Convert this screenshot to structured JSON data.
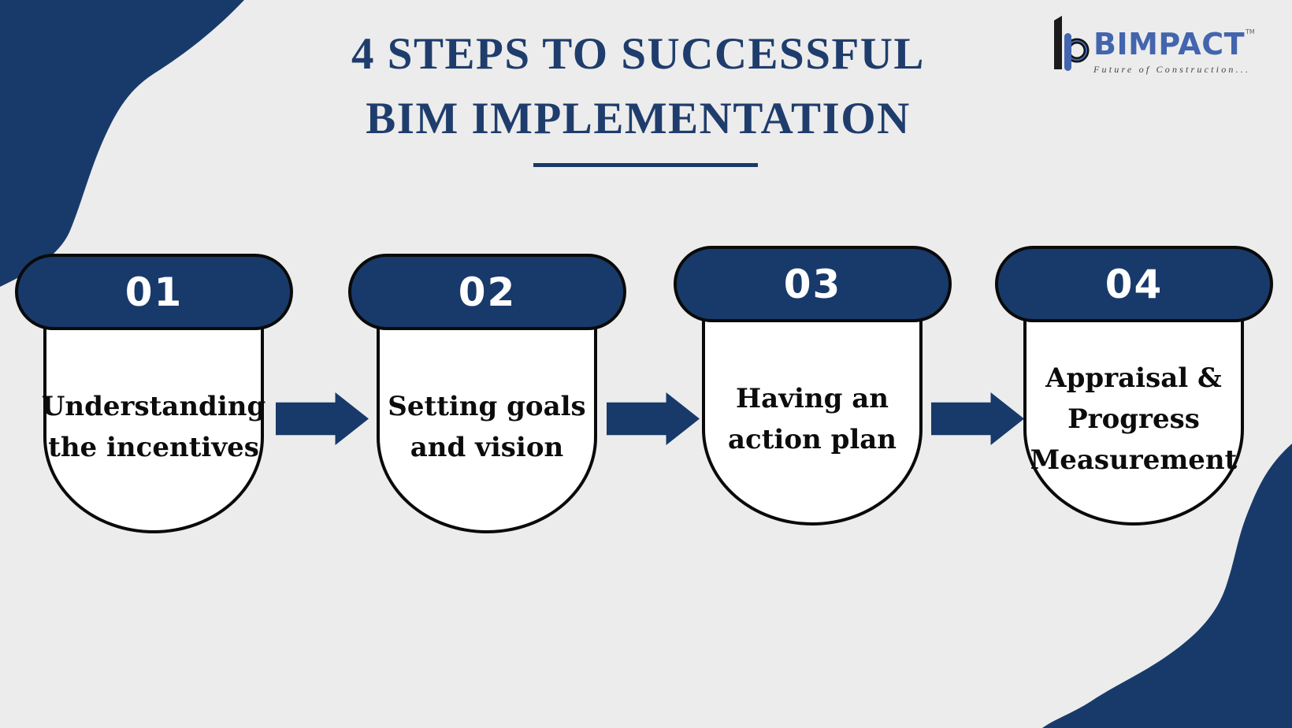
{
  "title": {
    "line1": "4 STEPS TO SUCCESSFUL",
    "line2": "BIM IMPLEMENTATION"
  },
  "logo": {
    "brand": "BIMPACT",
    "trademark": "TM",
    "tagline": "Future of Construction..."
  },
  "steps": [
    {
      "number": "01",
      "label": "Understanding the incentives",
      "line1": "Understanding",
      "line2": "the incentives"
    },
    {
      "number": "02",
      "label": "Setting goals and vision",
      "line1": "Setting goals",
      "line2": "and vision"
    },
    {
      "number": "03",
      "label": "Having an action plan",
      "line1": "Having an",
      "line2": "action plan"
    },
    {
      "number": "04",
      "label": "Appraisal & Progress Measurement",
      "line1": "Appraisal &",
      "line2": "Progress",
      "line3": "Measurement"
    }
  ],
  "colors": {
    "navy": "#183A6A",
    "background": "#ECECEC",
    "title_text": "#1F3D6C",
    "step_text": "#0C0C0C",
    "pill_text": "#FFFFFF",
    "outline": "#0A0A0A",
    "brand_blue": "#4365AE",
    "tagline_gray": "#444444",
    "card_white": "#FFFFFF"
  }
}
